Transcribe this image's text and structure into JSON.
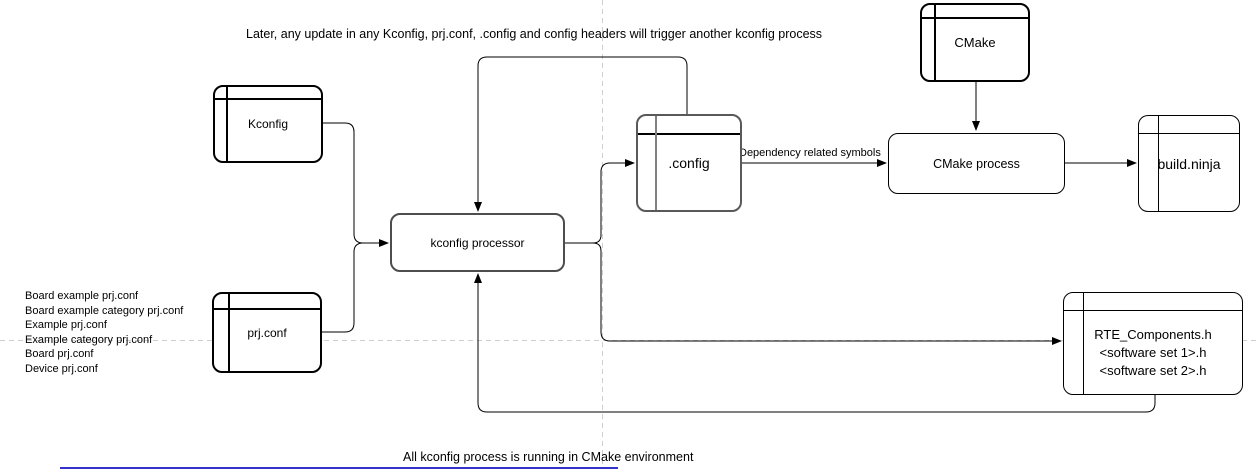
{
  "diagram": {
    "notes": {
      "top": "Later, any update in any Kconfig, prj.conf, .config and config headers will trigger another kconfig process",
      "bottom": "All kconfig process is running in CMake environment"
    },
    "left_list": [
      "Board example prj.conf",
      "Board example category prj.conf",
      "Example prj.conf",
      "Example category prj.conf",
      "Board prj.conf",
      "Device prj.conf"
    ],
    "nodes": {
      "kconfig": {
        "label": "Kconfig"
      },
      "prj_conf": {
        "label": "prj.conf"
      },
      "kconfig_processor": {
        "label": "kconfig processor"
      },
      "config": {
        "label": ".config"
      },
      "cmake": {
        "label": "CMake"
      },
      "cmake_process": {
        "label": "CMake process"
      },
      "build_ninja": {
        "label": "build.ninja"
      },
      "rte_components": {
        "lines": [
          "RTE_Components.h",
          "<software set 1>.h",
          "<software set 2>.h"
        ]
      }
    },
    "edges": {
      "config_to_cmake_process_label": "Dependency related symbols"
    },
    "colors": {
      "stroke": "#000000",
      "gray_node_stroke": "#4d4d4d",
      "guide_dash": "#cfcfcf",
      "underline_artifact": "#3333cc",
      "background": "#ffffff"
    }
  }
}
